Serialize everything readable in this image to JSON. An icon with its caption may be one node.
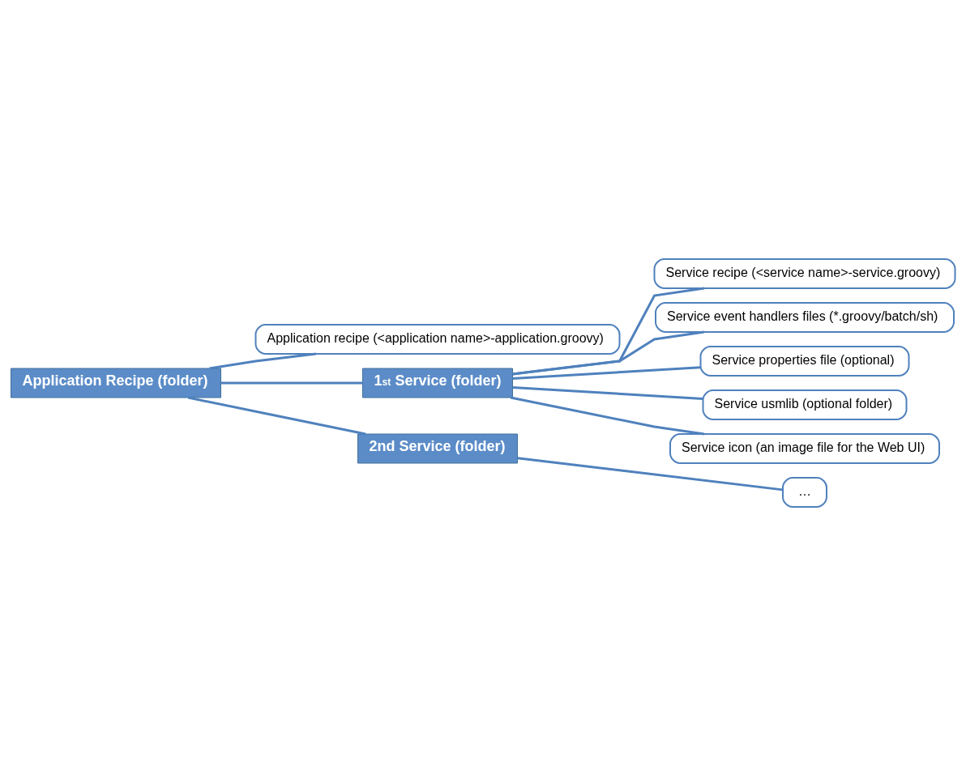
{
  "diagram": {
    "nodes": [
      {
        "text": [
          "Application Recipe (folder)"
        ]
      },
      {
        "text": [
          "Application recipe (<application name>-application.groovy)"
        ]
      },
      {
        "text": [
          "1$^{st}$ Service (folder)"
        ]
      },
      {
        "text": [
          "Service recipe (<service name>-service.groovy)"
        ]
      },
      {
        "text": [
          "Service event handlers files (*.groovy/batch/sh)"
        ]
      },
      {
        "text": [
          "Service properties file (optional)"
        ]
      },
      {
        "text": [
          "Service usmlib (optional folder)"
        ]
      },
      {
        "text": [
          "Service icon (an image file for the Web UI)"
        ]
      },
      {
        "text": [
          "2nd Service (folder)"
        ]
      },
      {
        "text": [
          "…"
        ]
      }
    ],
    "edges": [
      {
        "from": 0,
        "to": 1,
        "arrow": "none"
      },
      {
        "from": 0,
        "to": 2,
        "arrow": "none"
      },
      {
        "from": 2,
        "to": 3,
        "arrow": "none"
      },
      {
        "from": 2,
        "to": 4,
        "arrow": "none"
      },
      {
        "from": 2,
        "to": 5,
        "arrow": "none"
      },
      {
        "from": 2,
        "to": 6,
        "arrow": "none"
      },
      {
        "from": 2,
        "to": 7,
        "arrow": "none"
      },
      {
        "from": 0,
        "to": 8,
        "arrow": "none"
      },
      {
        "from": 8,
        "to": 9,
        "arrow": "none"
      }
    ]
  }
}
